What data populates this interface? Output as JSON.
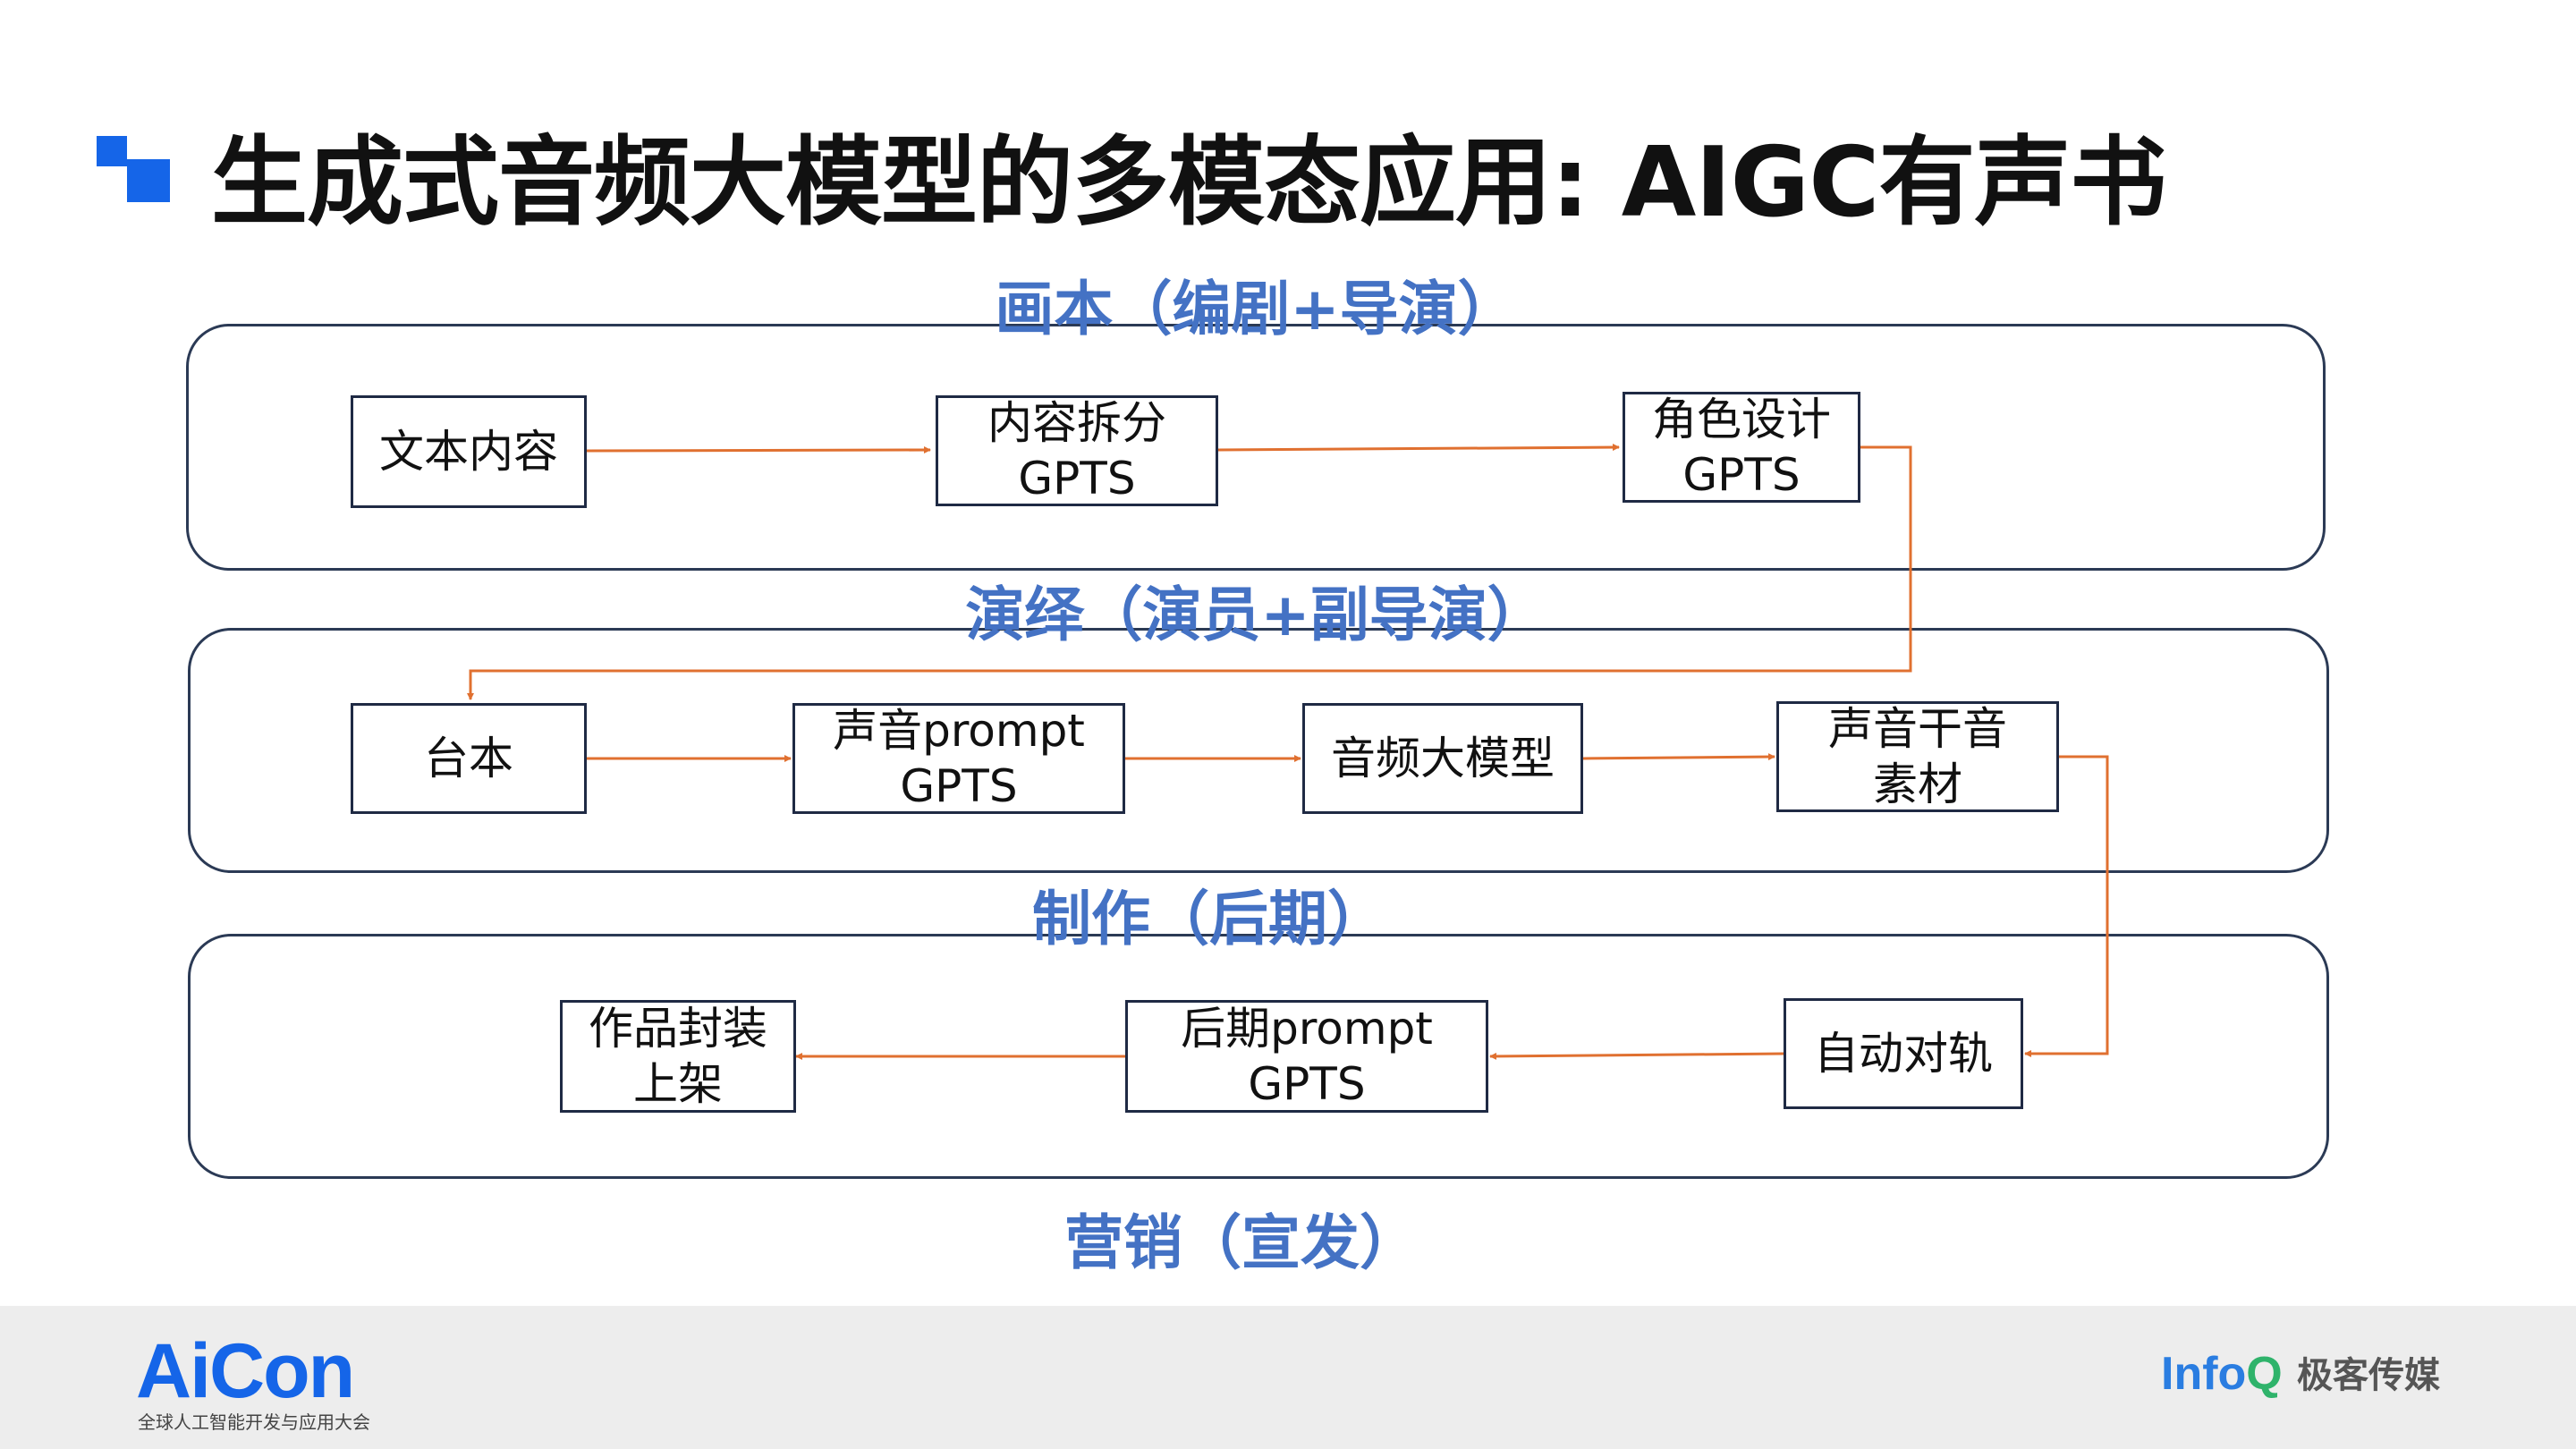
{
  "page": {
    "title": "生成式音频大模型的多模态应用: AIGC有声书"
  },
  "sections": {
    "script": {
      "label": "画本（编剧+导演）"
    },
    "perform": {
      "label": "演绎（演员+副导演）"
    },
    "produce": {
      "label": "制作（后期）"
    },
    "marketing": {
      "label": "营销（宣发）"
    }
  },
  "nodes": {
    "text_content": {
      "lines": [
        "文本内容"
      ]
    },
    "content_split": {
      "lines": [
        "内容拆分",
        "GPTS"
      ]
    },
    "role_design": {
      "lines": [
        "角色设计",
        "GPTS"
      ]
    },
    "script_book": {
      "lines": [
        "台本"
      ]
    },
    "voice_prompt": {
      "lines": [
        "声音prompt",
        "GPTS"
      ]
    },
    "audio_model": {
      "lines": [
        "音频大模型"
      ]
    },
    "dry_voice": {
      "lines": [
        "声音干音",
        "素材"
      ]
    },
    "auto_align": {
      "lines": [
        "自动对轨"
      ]
    },
    "post_prompt": {
      "lines": [
        "后期prompt",
        "GPTS"
      ]
    },
    "packaging": {
      "lines": [
        "作品封装",
        "上架"
      ]
    }
  },
  "colors": {
    "accent": "#1565e8",
    "section_label": "#4472c4",
    "arrow": "#e07030",
    "box_border": "#1f2a44"
  },
  "footer": {
    "brand": "AiCon",
    "brand_subtitle": "全球人工智能开发与应用大会",
    "infoq_prefix": "Info",
    "infoq_q": "Q",
    "media": "极客传媒"
  }
}
